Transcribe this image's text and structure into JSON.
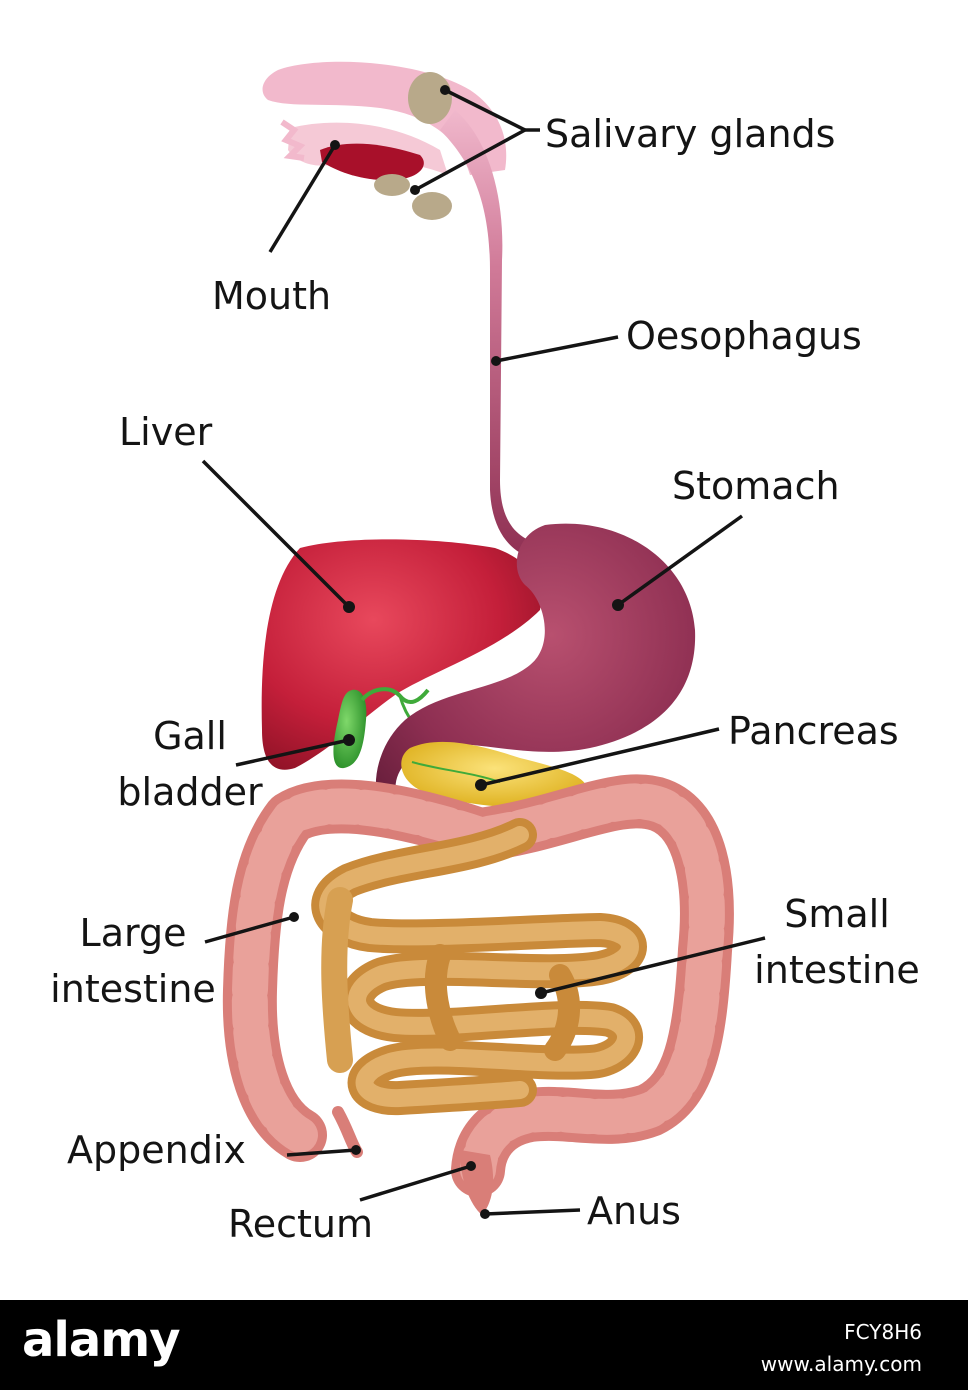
{
  "diagram": {
    "labels": {
      "salivary_glands": "Salivary glands",
      "mouth": "Mouth",
      "oesophagus": "Oesophagus",
      "liver": "Liver",
      "stomach": "Stomach",
      "gall_bladder_1": "Gall",
      "gall_bladder_2": "bladder",
      "pancreas": "Pancreas",
      "large_intestine_1": "Large",
      "large_intestine_2": "intestine",
      "small_intestine_1": "Small",
      "small_intestine_2": "intestine",
      "appendix": "Appendix",
      "rectum": "Rectum",
      "anus": "Anus"
    },
    "colors": {
      "liver": "#c41f3a",
      "stomach": "#8e2f52",
      "oesophagus": "#b2456c",
      "mouth_top": "#f2b9cc",
      "tongue": "#a8102a",
      "salivary_glands": "#b8a98a",
      "gall_bladder": "#3faa3a",
      "pancreas": "#f0c419",
      "large_intestine": "#d97e78",
      "small_intestine": "#d7a052",
      "leader_lines": "#141414"
    }
  },
  "watermark": {
    "brand": "alamy",
    "image_id": "FCY8H6",
    "site": "www.alamy.com"
  }
}
